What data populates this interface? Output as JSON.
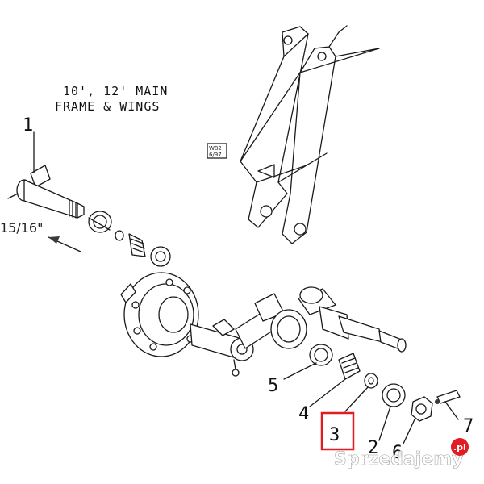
{
  "caption": {
    "line1": "10', 12' MAIN",
    "line2": "FRAME & WINGS"
  },
  "stamp": {
    "line1": "W82",
    "line2": "6/97"
  },
  "dimension": "15/16\"",
  "callouts": {
    "c1": "1",
    "c2": "2",
    "c3": "3",
    "c4": "4",
    "c5": "5",
    "c6": "6",
    "c7": "7"
  },
  "highlight_color": "#e31b23",
  "watermark": {
    "text": "Sprzedajemy",
    "suffix": ".pl",
    "badge_color": "#e31b23"
  }
}
